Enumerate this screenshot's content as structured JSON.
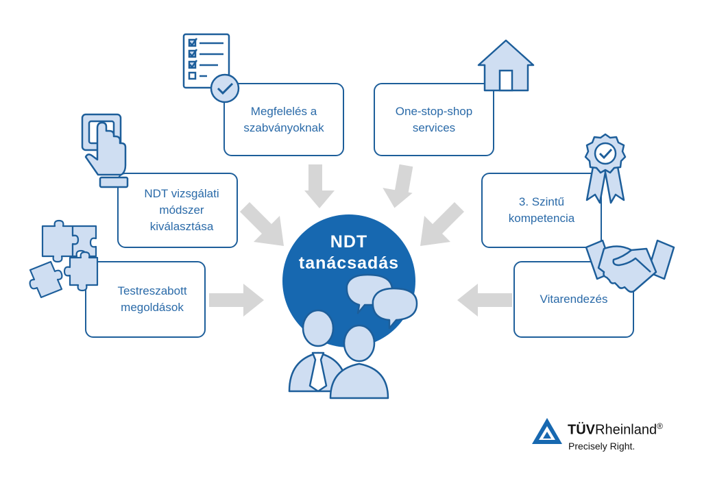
{
  "diagram": {
    "center": {
      "title": "NDT\ntanácsadás"
    },
    "boxes": {
      "megfeleles": "Megfelelés a\nszabványoknak",
      "onestop": "One-stop-shop\nservices",
      "ndt_modszer": "NDT vizsgálati\nmódszer\nkiválasztása",
      "szint": "3. Szintű\nkompetencia",
      "testreszabott": "Testreszabott\nmegoldások",
      "vitarendezes": "Vitarendezés"
    }
  },
  "brand": {
    "name_bold": "TÜV",
    "name_rest": "Rheinland",
    "registered": "®",
    "tagline": "Precisely Right."
  },
  "colors": {
    "primary_blue": "#1768b0",
    "border_blue": "#1d5e9a",
    "icon_fill": "#cfdef2",
    "arrow_gray": "#d6d6d6"
  }
}
